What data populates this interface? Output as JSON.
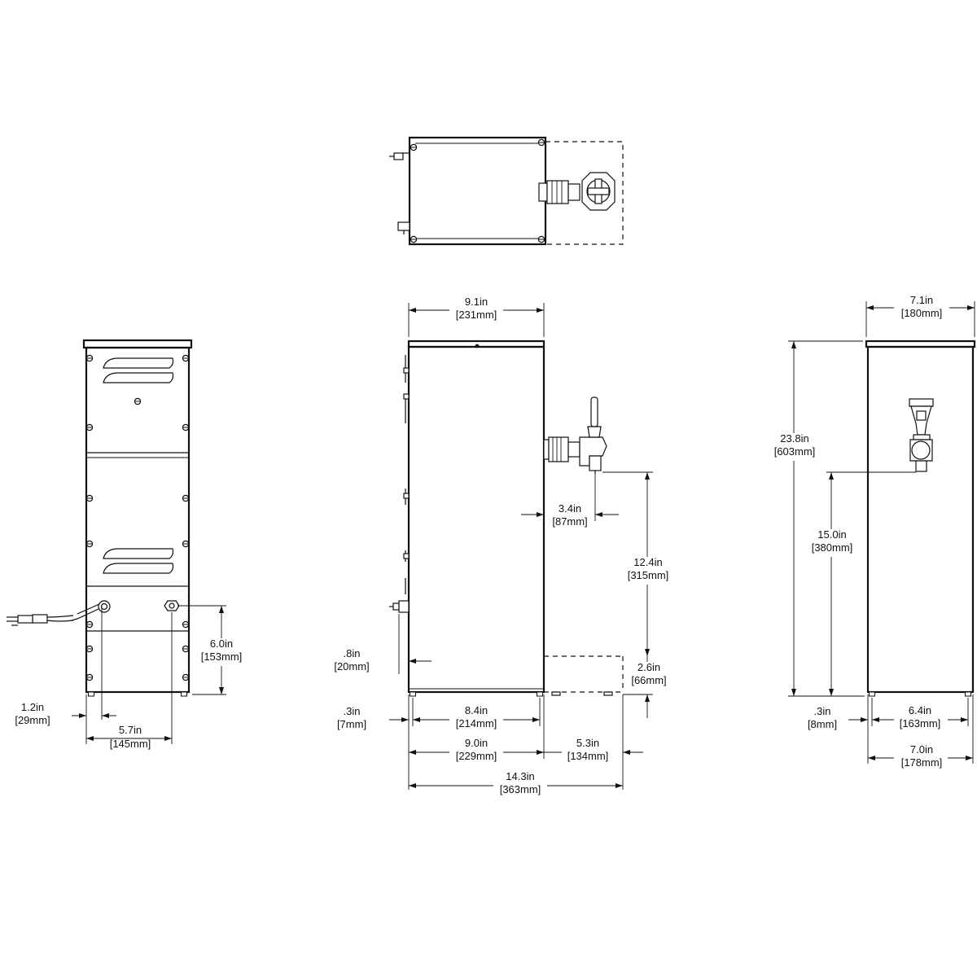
{
  "drawing": {
    "views": {
      "top": "top-view",
      "rear": "rear-view",
      "side": "side-view",
      "front": "front-view"
    },
    "dimensions": {
      "rear_offset": {
        "in": "1.2in",
        "mm": "[29mm]"
      },
      "rear_width": {
        "in": "5.7in",
        "mm": "[145mm]"
      },
      "rear_height": {
        "in": "6.0in",
        "mm": "[153mm]"
      },
      "side_top_width": {
        "in": "9.1in",
        "mm": "[231mm]"
      },
      "faucet_reach": {
        "in": "3.4in",
        "mm": "[87mm]"
      },
      "faucet_clearance": {
        "in": "12.4in",
        "mm": "[315mm]"
      },
      "side_fitting_height": {
        "in": ".8in",
        "mm": "[20mm]"
      },
      "drip_tray_height": {
        "in": "2.6in",
        "mm": "[66mm]"
      },
      "side_foot_offset": {
        "in": ".3in",
        "mm": "[7mm]"
      },
      "side_foot_span": {
        "in": "8.4in",
        "mm": "[214mm]"
      },
      "side_body_depth": {
        "in": "9.0in",
        "mm": "[229mm]"
      },
      "tray_depth": {
        "in": "5.3in",
        "mm": "[134mm]"
      },
      "overall_depth": {
        "in": "14.3in",
        "mm": "[363mm]"
      },
      "front_top_width": {
        "in": "7.1in",
        "mm": "[180mm]"
      },
      "overall_height": {
        "in": "23.8in",
        "mm": "[603mm]"
      },
      "front_clearance": {
        "in": "15.0in",
        "mm": "[380mm]"
      },
      "front_foot_offset": {
        "in": ".3in",
        "mm": "[8mm]"
      },
      "front_foot_span": {
        "in": "6.4in",
        "mm": "[163mm]"
      },
      "front_body_width": {
        "in": "7.0in",
        "mm": "[178mm]"
      }
    }
  }
}
